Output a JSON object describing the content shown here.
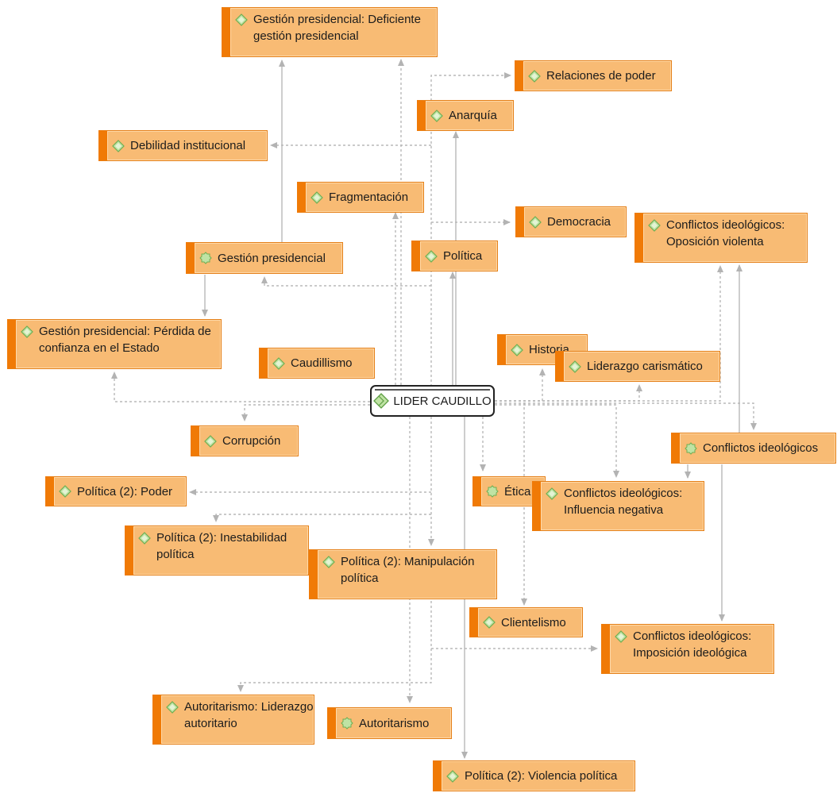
{
  "center": {
    "label": "LIDER CAUDILLO",
    "icon": "code-diamond-icon"
  },
  "colors": {
    "node_fill": "#f8bb74",
    "node_bar": "#f07a06",
    "edge": "#b3b3b3",
    "icon": "#a8d98a"
  },
  "nodes": {
    "gestion_deficiente": {
      "label": "Gestión presidencial: Deficiente gestión presidencial",
      "lines": [
        "Gestión presidencial: Deficiente",
        "gestión presidencial"
      ],
      "icon": "code-diamond-icon"
    },
    "relaciones_poder": {
      "label": "Relaciones de poder",
      "icon": "code-diamond-icon"
    },
    "anarquia": {
      "label": "Anarquía",
      "icon": "code-diamond-icon"
    },
    "debilidad": {
      "label": "Debilidad institucional",
      "icon": "code-diamond-icon"
    },
    "fragmentacion": {
      "label": "Fragmentación",
      "icon": "code-diamond-icon"
    },
    "democracia": {
      "label": "Democracia",
      "icon": "code-diamond-icon"
    },
    "opos_violenta": {
      "label": "Conflictos ideológicos: Oposición violenta",
      "lines": [
        "Conflictos ideológicos:",
        "Oposición violenta"
      ],
      "icon": "code-diamond-icon"
    },
    "gestion": {
      "label": "Gestión presidencial",
      "icon": "code-group-icon"
    },
    "politica": {
      "label": "Política",
      "icon": "code-diamond-icon"
    },
    "gestion_perdida": {
      "label": "Gestión presidencial: Pérdida de confianza en el Estado",
      "lines": [
        "Gestión presidencial: Pérdida de",
        "confianza en el Estado"
      ],
      "icon": "code-diamond-icon"
    },
    "caudillismo": {
      "label": "Caudillismo",
      "icon": "code-diamond-icon"
    },
    "historia": {
      "label": "Historia",
      "icon": "code-diamond-icon"
    },
    "liderazgo_car": {
      "label": "Liderazgo carismático",
      "icon": "code-diamond-icon"
    },
    "corrupcion": {
      "label": "Corrupción",
      "icon": "code-diamond-icon"
    },
    "conflictos": {
      "label": "Conflictos ideológicos",
      "icon": "code-group-icon"
    },
    "poder": {
      "label": "Política (2): Poder",
      "icon": "code-diamond-icon"
    },
    "etica": {
      "label": "Ética",
      "icon": "code-group-icon"
    },
    "influencia": {
      "label": "Conflictos ideológicos: Influencia negativa",
      "lines": [
        "Conflictos ideológicos:",
        "Influencia negativa"
      ],
      "icon": "code-diamond-icon"
    },
    "inestabilidad": {
      "label": "Política (2): Inestabilidad política",
      "lines": [
        "Política (2): Inestabilidad",
        "política"
      ],
      "icon": "code-diamond-icon"
    },
    "manipulacion": {
      "label": "Política (2): Manipulación política",
      "lines": [
        "Política (2): Manipulación",
        "política"
      ],
      "icon": "code-diamond-icon"
    },
    "clientelismo": {
      "label": "Clientelismo",
      "icon": "code-diamond-icon"
    },
    "imposicion": {
      "label": "Conflictos ideológicos: Imposición ideológica",
      "lines": [
        "Conflictos ideológicos:",
        "Imposición ideológica"
      ],
      "icon": "code-diamond-icon"
    },
    "autoritarismo_lid": {
      "label": "Autoritarismo: Liderazgo autoritario",
      "lines": [
        "Autoritarismo: Liderazgo",
        "autoritario"
      ],
      "icon": "code-diamond-icon"
    },
    "autoritarismo": {
      "label": "Autoritarismo",
      "icon": "code-group-icon"
    },
    "violencia": {
      "label": "Política (2): Violencia política",
      "icon": "code-diamond-icon"
    }
  }
}
